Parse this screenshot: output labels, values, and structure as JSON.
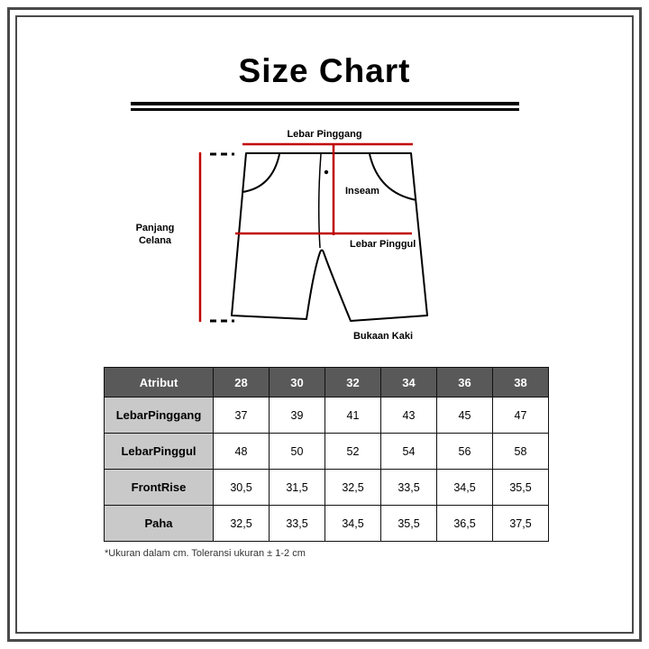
{
  "title": "Size Chart",
  "diagram": {
    "labels": {
      "waist": "Lebar Pinggang",
      "inseam": "Inseam",
      "length": "Panjang Celana",
      "hip": "Lebar Pinggul",
      "leg_opening": "Bukaan Kaki"
    },
    "line_color": "#c00000"
  },
  "colors": {
    "accent_red": "#c00000",
    "table_header_bg": "#595959",
    "table_label_bg": "#c9c9c9",
    "frame_border": "#4a4a4a"
  },
  "table": {
    "header": [
      "Atribut",
      "28",
      "30",
      "32",
      "34",
      "36",
      "38"
    ],
    "rows": [
      {
        "label": "LebarPinggang",
        "values": [
          "37",
          "39",
          "41",
          "43",
          "45",
          "47"
        ]
      },
      {
        "label": "LebarPinggul",
        "values": [
          "48",
          "50",
          "52",
          "54",
          "56",
          "58"
        ]
      },
      {
        "label": "FrontRise",
        "values": [
          "30,5",
          "31,5",
          "32,5",
          "33,5",
          "34,5",
          "35,5"
        ]
      },
      {
        "label": "Paha",
        "values": [
          "32,5",
          "33,5",
          "34,5",
          "35,5",
          "36,5",
          "37,5"
        ]
      }
    ],
    "footnote": "*Ukuran dalam cm. Toleransi ukuran ± 1-2 cm"
  },
  "chart_data": {
    "type": "table",
    "title": "Size Chart",
    "columns": [
      "Atribut",
      "28",
      "30",
      "32",
      "34",
      "36",
      "38"
    ],
    "rows": [
      [
        "LebarPinggang",
        37,
        39,
        41,
        43,
        45,
        47
      ],
      [
        "LebarPinggul",
        48,
        50,
        52,
        54,
        56,
        58
      ],
      [
        "FrontRise",
        30.5,
        31.5,
        32.5,
        33.5,
        34.5,
        35.5
      ],
      [
        "Paha",
        32.5,
        33.5,
        34.5,
        35.5,
        36.5,
        37.5
      ]
    ],
    "note": "*Ukuran dalam cm. Toleransi ukuran ± 1-2 cm"
  }
}
